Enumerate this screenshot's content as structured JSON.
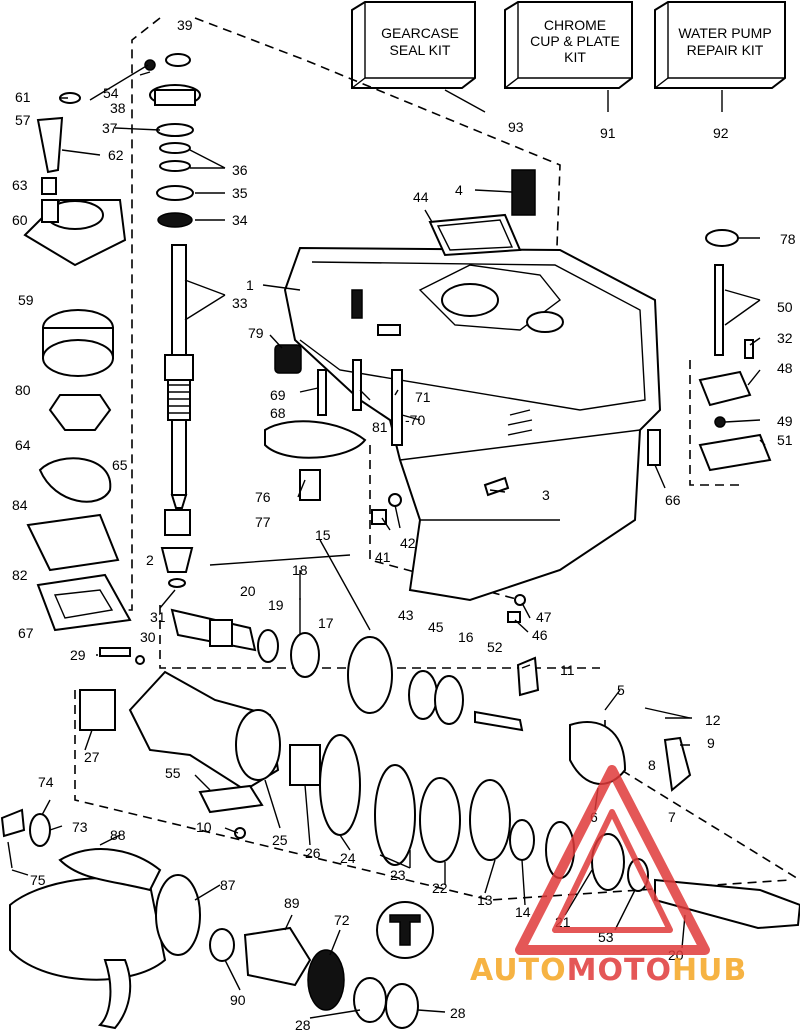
{
  "kits": [
    {
      "lines": [
        "GEARCASE",
        "SEAL KIT"
      ]
    },
    {
      "lines": [
        "CHROME",
        "CUP & PLATE",
        "KIT"
      ]
    },
    {
      "lines": [
        "WATER PUMP",
        "REPAIR KIT"
      ]
    }
  ],
  "callouts": [
    "39",
    "54",
    "38",
    "61",
    "57",
    "37",
    "36",
    "35",
    "62",
    "63",
    "34",
    "60",
    "33",
    "59",
    "80",
    "64",
    "65",
    "84",
    "82",
    "67",
    "2",
    "31",
    "29",
    "30",
    "27",
    "74",
    "73",
    "75",
    "55",
    "10",
    "25",
    "26",
    "24",
    "23",
    "22",
    "13",
    "14",
    "21",
    "53",
    "20",
    "88",
    "87",
    "89",
    "72",
    "90",
    "28",
    "28",
    "93",
    "91",
    "92",
    "4",
    "44",
    "78",
    "50",
    "32",
    "48",
    "49",
    "51",
    "1",
    "79",
    "69",
    "68",
    "81",
    "71",
    "-70",
    "76",
    "77",
    "3",
    "42",
    "41",
    "66",
    "15",
    "18",
    "19",
    "20",
    "17",
    "43",
    "45",
    "16",
    "52",
    "11",
    "5",
    "12",
    "9",
    "8",
    "6",
    "7",
    "47",
    "46"
  ],
  "watermark": {
    "part1": "AUTO",
    "part2": "MOTO",
    "part3": "HUB"
  },
  "colors": {
    "watermark_orange": "#f5a623",
    "watermark_red": "#e03a3a"
  }
}
